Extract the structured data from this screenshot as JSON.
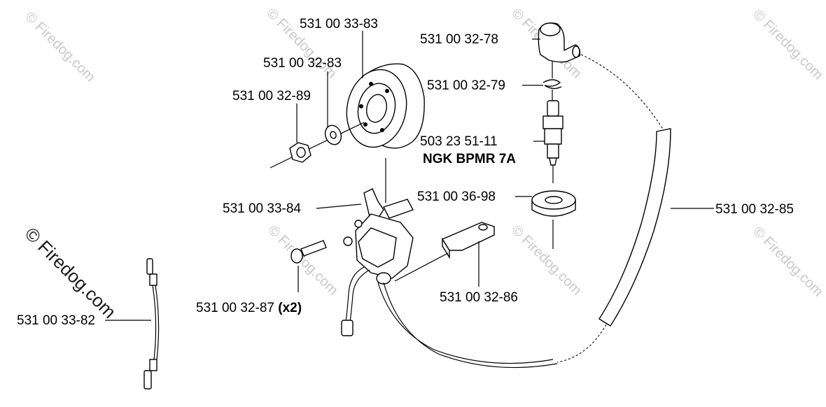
{
  "parts": {
    "flywheel": "531 00 33-83",
    "washer": "531 00 32-83",
    "nut": "531 00 32-89",
    "ignition_module": "531 00 33-84",
    "screw": "531 00 32-87",
    "screw_qty": "(x2)",
    "cable": "531 00 33-82",
    "spark_plug_cap": "531 00 32-78",
    "spring": "531 00 32-79",
    "spark_plug": "503 23 51-11",
    "spark_plug_type": "NGK BPMR 7A",
    "plug_boot": "531 00 36-98",
    "hose": "531 00 32-85",
    "short_circuit_clip": "531 00 32-86"
  },
  "watermark": {
    "text": "© Firedog.com"
  }
}
